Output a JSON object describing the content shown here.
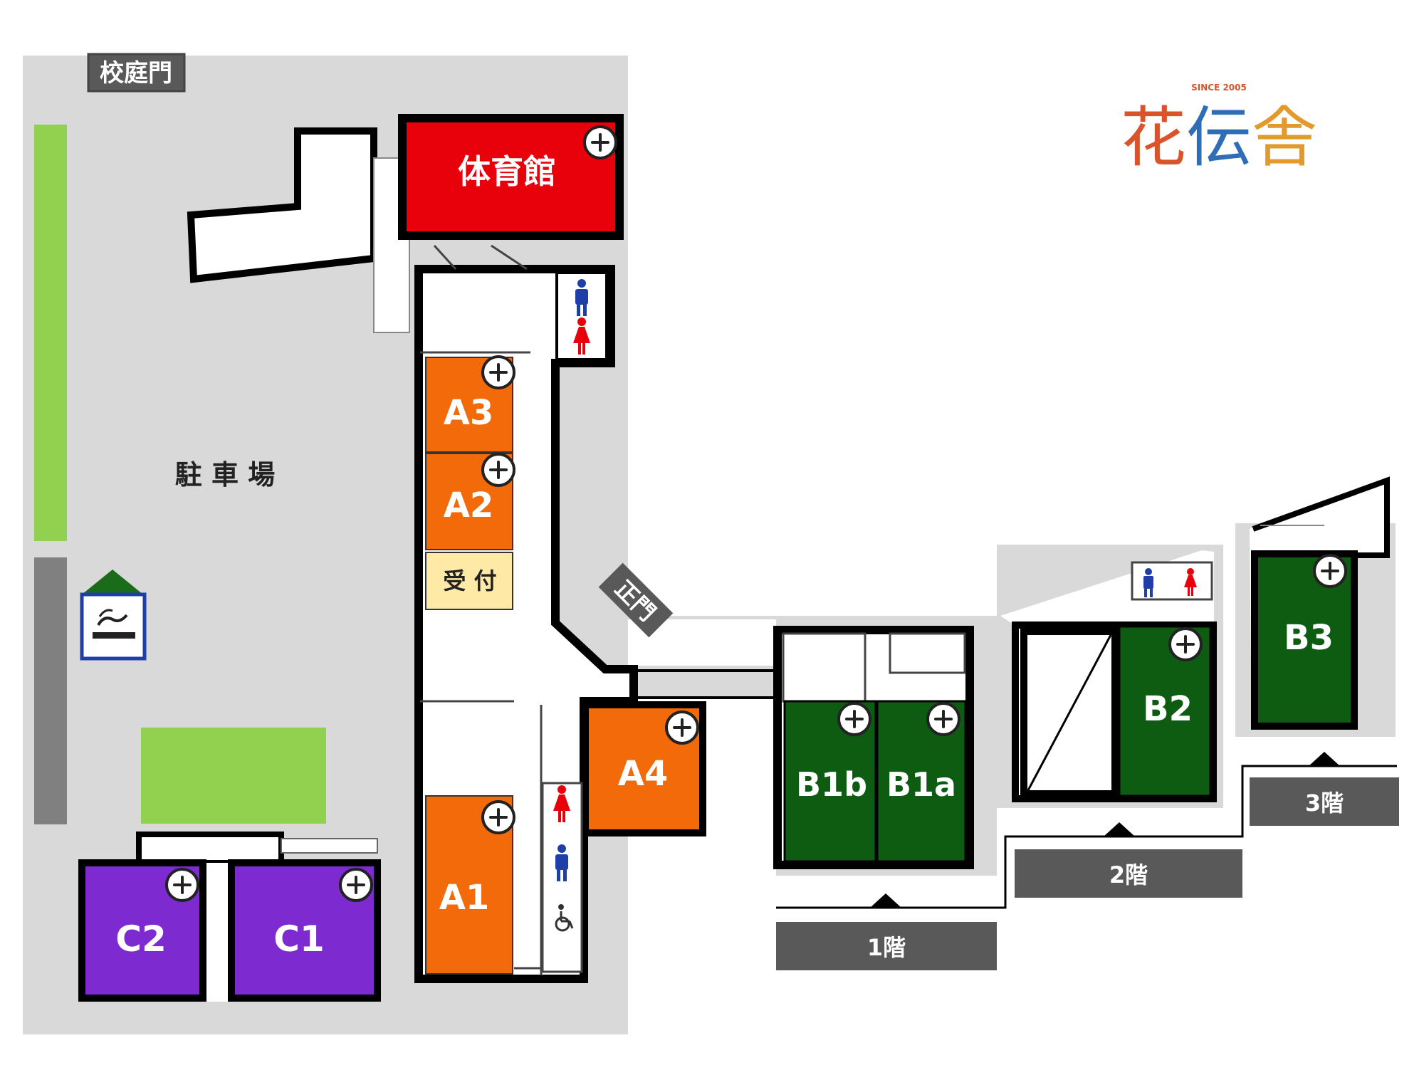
{
  "labels": {
    "school_gate": "校庭門",
    "gym": "体育館",
    "parking": "駐 車 場",
    "reception": "受 付",
    "main_gate": "正門"
  },
  "logo": {
    "since": "SINCE 2005",
    "name": "花伝舎",
    "colors": [
      "#d9532b",
      "#3a9a3d",
      "#2f6db5",
      "#e29a2c"
    ]
  },
  "rooms": {
    "a1": "A1",
    "a2": "A2",
    "a3": "A3",
    "a4": "A4",
    "b1a": "B1a",
    "b1b": "B1b",
    "b2": "B2",
    "b3": "B3",
    "c1": "C1",
    "c2": "C2"
  },
  "floors": {
    "f1": "1階",
    "f2": "2階",
    "f3": "3階"
  },
  "colors": {
    "gym": "#e8000b",
    "building_a": "#f26a0a",
    "building_b": "#0d5c12",
    "building_c": "#7d2bd1",
    "reception": "#ffe9a6",
    "grass": "#92d050",
    "ground": "#d9d9d9",
    "floor_tab": "#595959"
  },
  "icons": [
    "plus-circle-icon",
    "male-restroom-icon",
    "female-restroom-icon",
    "wheelchair-icon",
    "smoking-area-icon"
  ]
}
